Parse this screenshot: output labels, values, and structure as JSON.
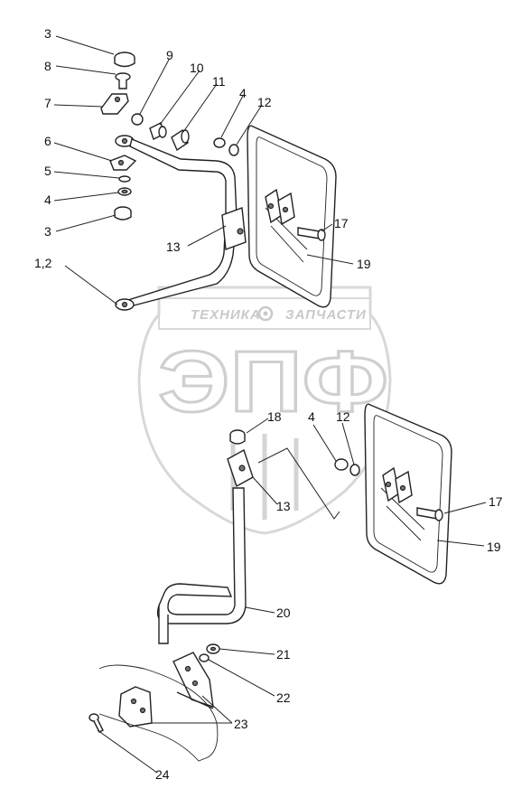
{
  "watermark": {
    "brand_left": "ТЕХНИКА",
    "brand_right": "ЗАПЧАСТИ",
    "logo_letters": "ЭПФ"
  },
  "callouts": [
    {
      "id": "c1",
      "text": "3"
    },
    {
      "id": "c2",
      "text": "8"
    },
    {
      "id": "c3",
      "text": "7"
    },
    {
      "id": "c4",
      "text": "6"
    },
    {
      "id": "c5",
      "text": "5"
    },
    {
      "id": "c6",
      "text": "4"
    },
    {
      "id": "c7",
      "text": "3"
    },
    {
      "id": "c8",
      "text": "1,2"
    },
    {
      "id": "c9",
      "text": "9"
    },
    {
      "id": "c10",
      "text": "10"
    },
    {
      "id": "c11",
      "text": "11"
    },
    {
      "id": "c12",
      "text": "4"
    },
    {
      "id": "c13",
      "text": "12"
    },
    {
      "id": "c14",
      "text": "17"
    },
    {
      "id": "c15",
      "text": "19"
    },
    {
      "id": "c16",
      "text": "13"
    },
    {
      "id": "c17",
      "text": "18"
    },
    {
      "id": "c18",
      "text": "4"
    },
    {
      "id": "c19",
      "text": "12"
    },
    {
      "id": "c20",
      "text": "13"
    },
    {
      "id": "c21",
      "text": "17"
    },
    {
      "id": "c22",
      "text": "19"
    },
    {
      "id": "c23",
      "text": "20"
    },
    {
      "id": "c24",
      "text": "21"
    },
    {
      "id": "c25",
      "text": "22"
    },
    {
      "id": "c26",
      "text": "23"
    },
    {
      "id": "c27",
      "text": "24"
    }
  ]
}
